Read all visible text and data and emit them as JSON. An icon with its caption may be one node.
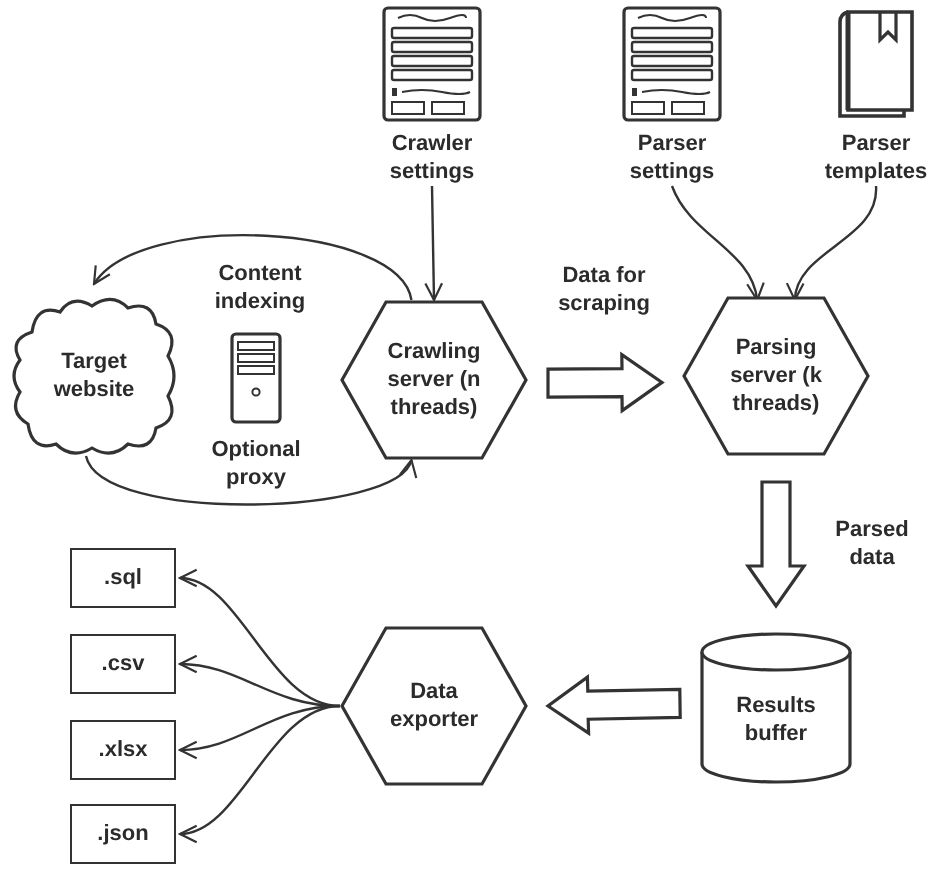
{
  "diagram": {
    "nodes": [
      {
        "text": [
          "Crawler settings"
        ]
      },
      {
        "text": [
          "Parser settings"
        ]
      },
      {
        "text": [
          "Parser templates"
        ]
      },
      {
        "text": [
          "Target website"
        ]
      },
      {
        "text": [
          "Optional proxy"
        ]
      },
      {
        "text": [
          "Crawling server (n threads)"
        ]
      },
      {
        "text": [
          "Parsing server (k threads)"
        ]
      },
      {
        "text": [
          "Results buffer"
        ]
      },
      {
        "text": [
          "Data exporter"
        ]
      },
      {
        "text": [
          ".sql"
        ]
      },
      {
        "text": [
          ".csv"
        ]
      },
      {
        "text": [
          ".xlsx"
        ]
      },
      {
        "text": [
          ".json"
        ]
      }
    ],
    "edges": [
      {
        "from": 0,
        "to": 5,
        "arrow": "to"
      },
      {
        "from": 1,
        "to": 6,
        "arrow": "to"
      },
      {
        "from": 2,
        "to": 6,
        "arrow": "to"
      },
      {
        "from": 5,
        "to": 3,
        "arrow": "to",
        "label": "Content indexing"
      },
      {
        "from": 3,
        "to": 5,
        "arrow": "to"
      },
      {
        "from": 5,
        "to": 6,
        "arrow": "to",
        "style": "thick",
        "label": "Data for scraping"
      },
      {
        "from": 6,
        "to": 7,
        "arrow": "to",
        "style": "thick",
        "label": "Parsed data"
      },
      {
        "from": 7,
        "to": 8,
        "arrow": "to",
        "style": "thick"
      },
      {
        "from": 8,
        "to": 9,
        "arrow": "to"
      },
      {
        "from": 8,
        "to": 10,
        "arrow": "to"
      },
      {
        "from": 8,
        "to": 11,
        "arrow": "to"
      },
      {
        "from": 8,
        "to": 12,
        "arrow": "to"
      }
    ]
  }
}
